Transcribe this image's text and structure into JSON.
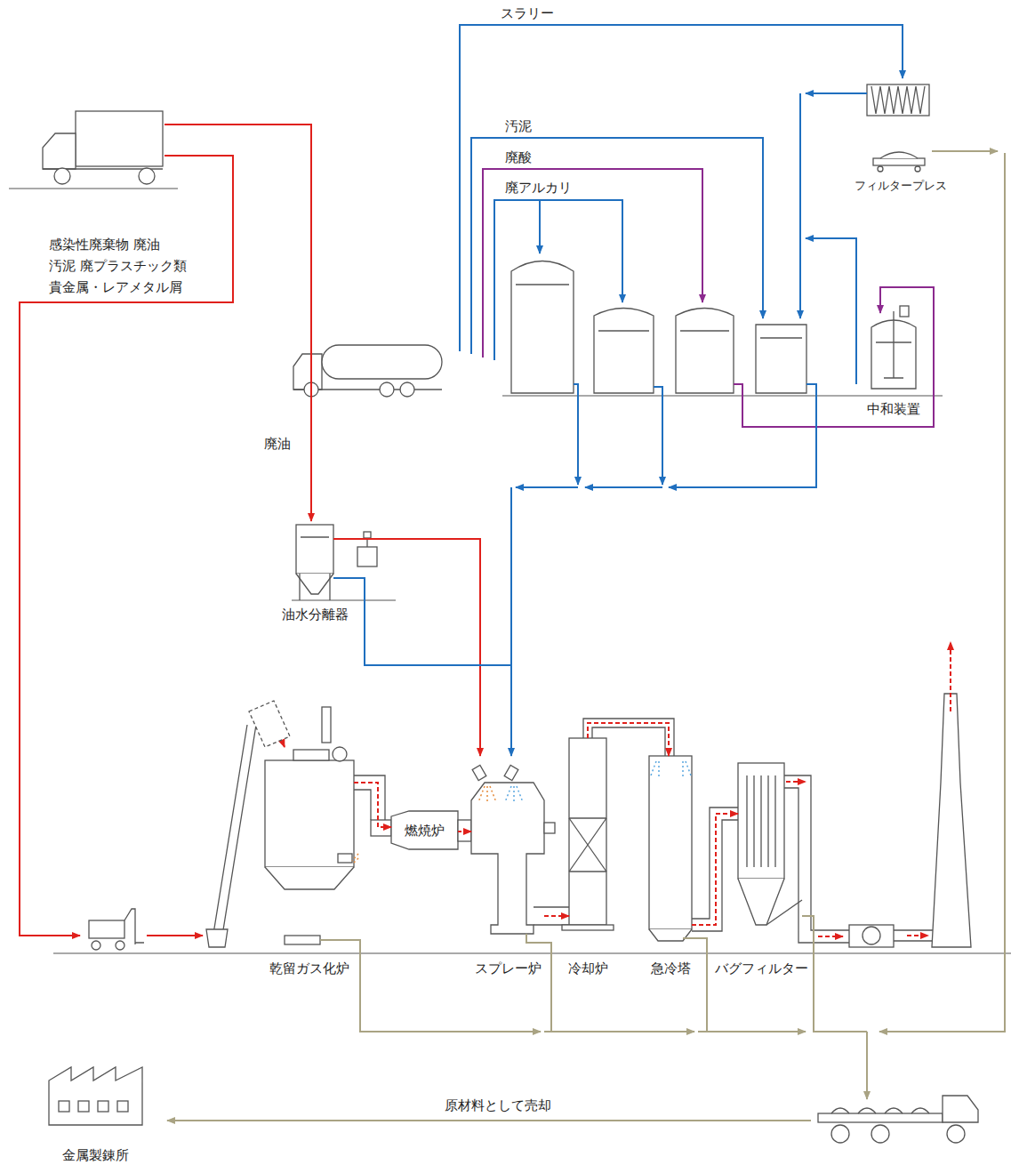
{
  "diagram": {
    "nodes": [
      {
        "text": [
          "油水分離器"
        ]
      },
      {
        "text": [
          "中和装置"
        ]
      },
      {
        "text": [
          "乾留ガス化炉"
        ]
      },
      {
        "text": [
          "燃焼炉"
        ]
      },
      {
        "text": [
          "スプレー炉"
        ]
      },
      {
        "text": [
          "冷却炉"
        ]
      },
      {
        "text": [
          "急冷塔"
        ]
      },
      {
        "text": [
          "バグフィルター"
        ]
      },
      {
        "text": [
          "フィルタープレス"
        ]
      },
      {
        "text": [
          "金属製錬所"
        ]
      }
    ],
    "edges": [
      {
        "from": 2,
        "to": 3,
        "arrow": "to"
      },
      {
        "from": 3,
        "to": 4,
        "arrow": "to"
      },
      {
        "from": 4,
        "to": 5,
        "arrow": "to"
      },
      {
        "from": 5,
        "to": 6,
        "arrow": "to"
      },
      {
        "from": 6,
        "to": 7,
        "arrow": "to"
      },
      {
        "from": 0,
        "to": 4,
        "arrow": "to"
      },
      {
        "from": 0,
        "to": 4,
        "arrow": "to"
      }
    ],
    "labels": [
      "スラリー",
      "汚泥",
      "廃酸",
      "廃アルカリ",
      "感染性廃棄物 廃油",
      "汚泥 廃プラスチック類",
      "貴金属・レアメタル屑",
      "廃油",
      "原材料として売却"
    ]
  }
}
